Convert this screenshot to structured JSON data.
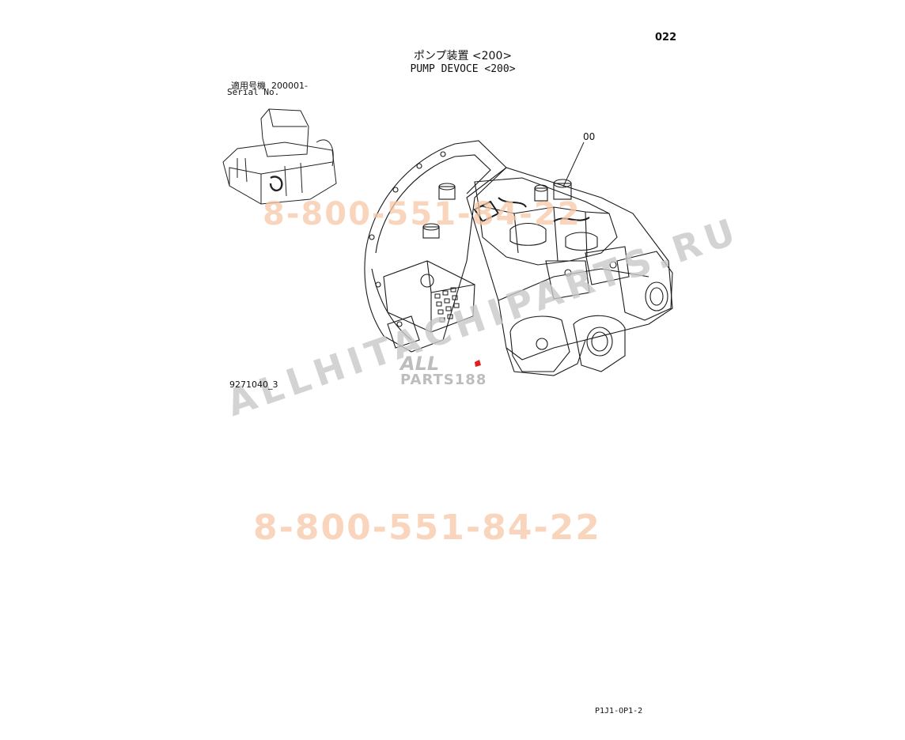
{
  "page": {
    "page_number": "022",
    "title_ja": "ポンプ装置 <200>",
    "title_en": "PUMP DEVOCE <200>",
    "serial_label_ja": "適用号機",
    "serial_value": "200001-",
    "serial_label_en": "Serial No.",
    "figure_number": "9271040_3",
    "reference_number": "00",
    "footer_code": "P1J1-OP1-2"
  },
  "watermarks": {
    "phone_top": "8-800-551-84-22",
    "phone_bottom": "8-800-551-84-22",
    "site": "ALLHITACHIPARTS.RU",
    "brand_line1": "ALL",
    "brand_line2": "PARTS188"
  }
}
